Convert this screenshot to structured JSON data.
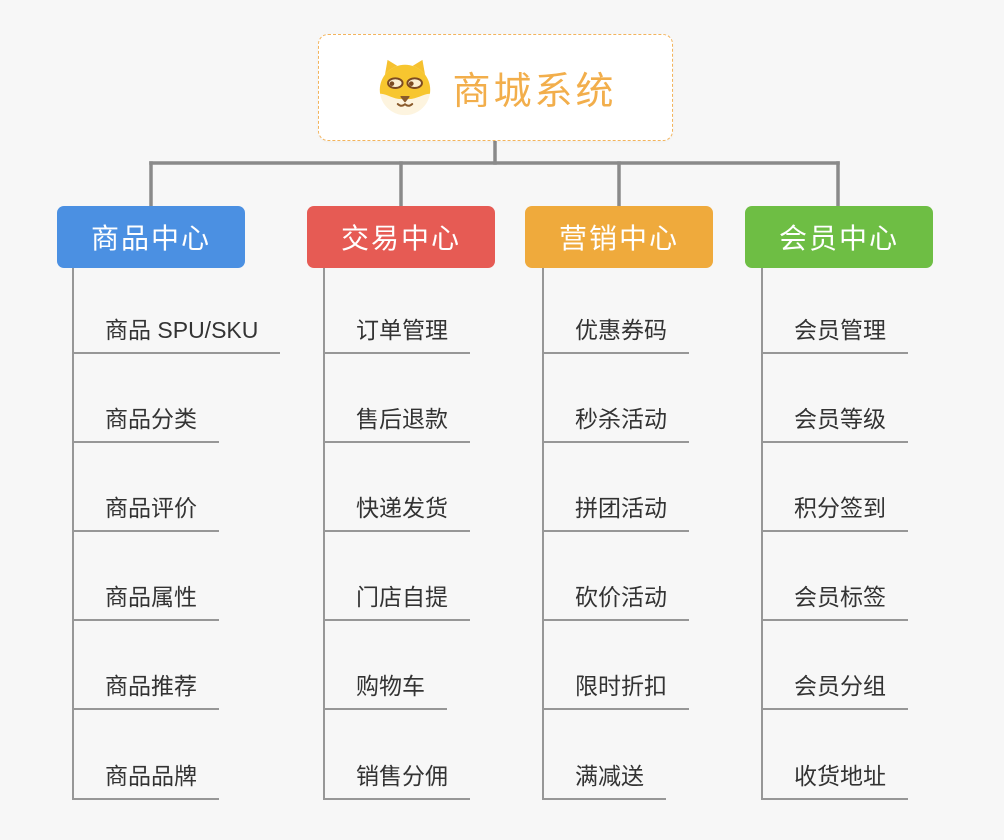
{
  "root": {
    "title": "商城系统",
    "icon": "shiba-dog-icon",
    "title_color": "#f2ae4b",
    "border_color": "#f3b45c"
  },
  "connector_color": "#8a8a8a",
  "branches": [
    {
      "label": "商品中心",
      "color": "#4b90e2",
      "items": [
        "商品 SPU/SKU",
        "商品分类",
        "商品评价",
        "商品属性",
        "商品推荐",
        "商品品牌"
      ]
    },
    {
      "label": "交易中心",
      "color": "#e65b54",
      "items": [
        "订单管理",
        "售后退款",
        "快递发货",
        "门店自提",
        "购物车",
        "销售分佣"
      ]
    },
    {
      "label": "营销中心",
      "color": "#efaa3c",
      "items": [
        "优惠券码",
        "秒杀活动",
        "拼团活动",
        "砍价活动",
        "限时折扣",
        "满减送"
      ]
    },
    {
      "label": "会员中心",
      "color": "#6ebe44",
      "items": [
        "会员管理",
        "会员等级",
        "积分签到",
        "会员标签",
        "会员分组",
        "收货地址"
      ]
    }
  ]
}
